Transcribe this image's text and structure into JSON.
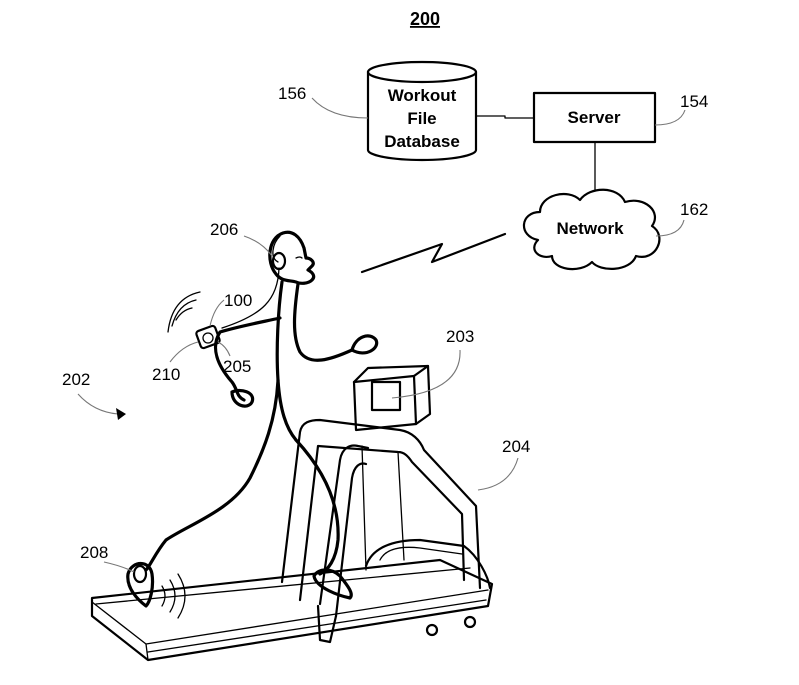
{
  "figure": {
    "number": "200",
    "database": {
      "line1": "Workout",
      "line2": "File",
      "line3": "Database",
      "ref": "156"
    },
    "server": {
      "label": "Server",
      "ref": "154"
    },
    "network": {
      "label": "Network",
      "ref": "162"
    },
    "refs": {
      "runner_head": "206",
      "device": "100",
      "device_left": "210",
      "device_right": "205",
      "system": "202",
      "display": "203",
      "treadmill": "204",
      "foot_sensor": "208"
    }
  }
}
